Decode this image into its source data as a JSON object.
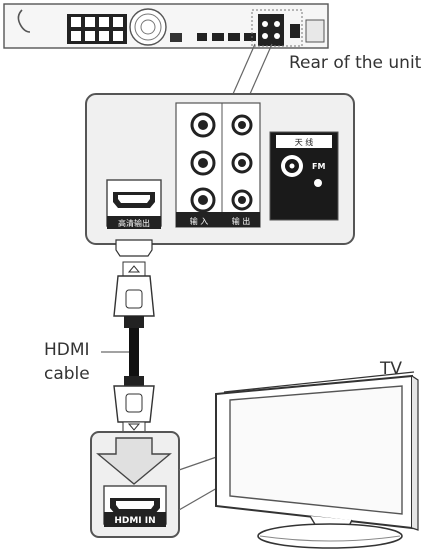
{
  "labels": {
    "rear_of_unit": "Rear of the unit",
    "hdmi_cable_line1": "HDMI",
    "hdmi_cable_line2": "cable",
    "tv": "TV",
    "hdmi_in": "HDMI IN",
    "fm": "FM",
    "antenna": "天 线",
    "input": "输 入",
    "output": "输 出",
    "hdmi_out": "高清输出"
  },
  "colors": {
    "outline": "#555555",
    "fill_light": "#f2f2f2",
    "dark_panel": "#1a1a1a",
    "cable": "#111111"
  }
}
